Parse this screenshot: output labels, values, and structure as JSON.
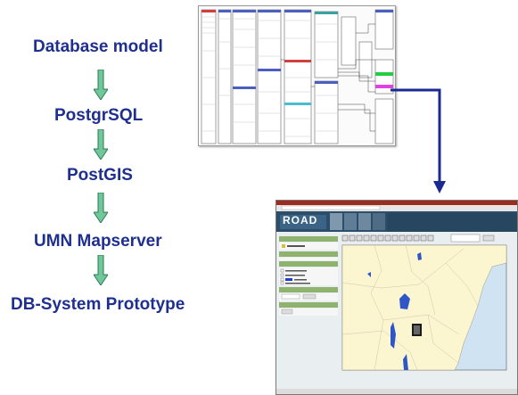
{
  "steps": [
    "Database model",
    "PostgrSQL",
    "PostGIS",
    "UMN Mapserver",
    "DB-System Prototype"
  ],
  "map_app": {
    "logo": "ROAD"
  },
  "colors": {
    "step_text": "#1f2f8f",
    "down_arrow_fill": "#6fc79a",
    "down_arrow_stroke": "#2f7a55",
    "connector": "#1b2a93"
  }
}
